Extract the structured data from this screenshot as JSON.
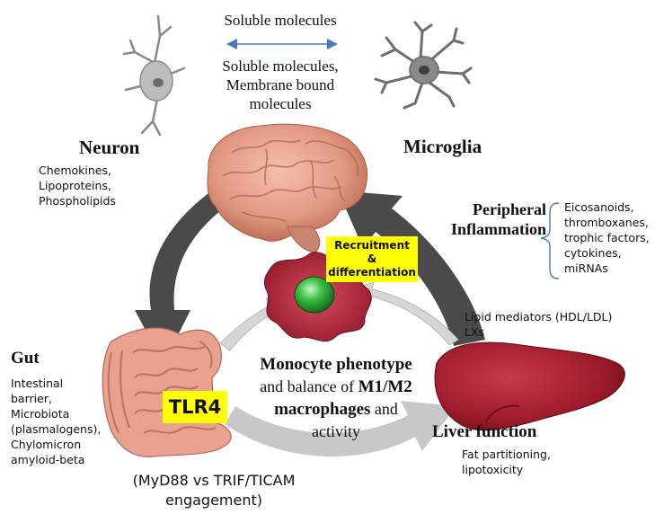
{
  "top": {
    "label_1": "Soluble molecules",
    "label_2_line1": "Soluble molecules,",
    "label_2_line2": "Membrane bound",
    "label_2_line3": "molecules"
  },
  "neuron": {
    "title": "Neuron",
    "items": [
      "Chemokines,",
      "Lipoproteins,",
      "Phospholipids"
    ]
  },
  "microglia": {
    "title": "Microglia"
  },
  "peripheral": {
    "title_line1": "Peripheral",
    "title_line2": "Inflammation",
    "items": [
      "Eicosanoids,",
      "thromboxanes,",
      "trophic factors,",
      "cytokines,",
      "miRNAs"
    ]
  },
  "recruitment": {
    "line1": "Recruitment &",
    "line2": "differentiation"
  },
  "lipid": {
    "line1": "Lipid mediators (HDL/LDL)",
    "line2": "LXs"
  },
  "gut": {
    "title": "Gut",
    "items": [
      "Intestinal",
      "barrier,",
      "Microbiota",
      "(plasmalogens),",
      "Chylomicron",
      "amyloid-beta"
    ]
  },
  "tlr4": {
    "label": "TLR4"
  },
  "center": {
    "line1": "Monocyte phenotype",
    "line2_a": "and balance of ",
    "line2_b": "M1/M2",
    "line3_a": "macrophages",
    "line3_b": " and",
    "line4": "activity"
  },
  "liver": {
    "title": "Liver function",
    "items": [
      "Fat partitioning,",
      "lipotoxicity"
    ]
  },
  "bottom": {
    "line1": "(MyD88 vs TRIF/TICAM",
    "line2": "engagement)"
  },
  "colors": {
    "arrow_dark": "#4a4a4a",
    "arrow_light": "#c8c8c8",
    "double_arrow": "#4a78c0",
    "brain": "#e39a83",
    "liver": "#9c1b2a",
    "macrophage": "#a82236",
    "nucleus": "#2fa63a",
    "highlight": "#ffff00"
  }
}
